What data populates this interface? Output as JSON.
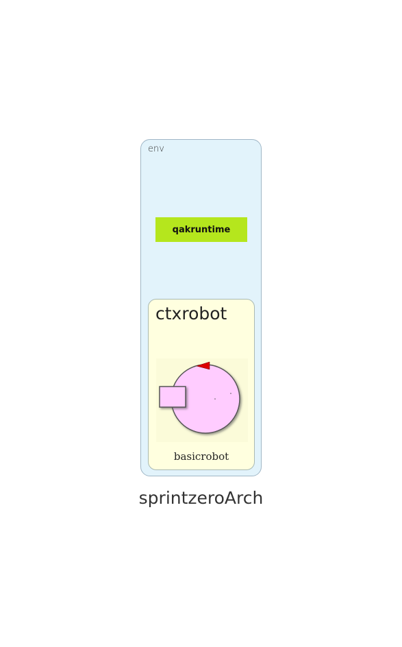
{
  "diagram": {
    "title": "sprintzeroArch",
    "env": {
      "label": "env",
      "runtime": "qakruntime",
      "context": {
        "label": "ctxrobot",
        "actor": {
          "label": "basicrobot",
          "icon": "robot-icon"
        }
      }
    }
  },
  "colors": {
    "env_fill": "#e2f3fb",
    "context_fill": "#ffffdf",
    "runtime_fill": "#b5e61d",
    "robot_body": "#ffccff",
    "robot_marker": "#dd0000"
  }
}
